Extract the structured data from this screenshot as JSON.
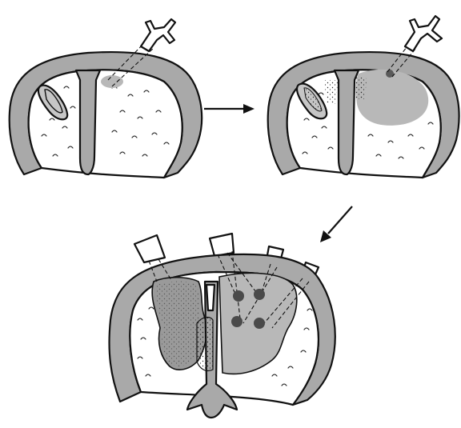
{
  "figure": {
    "panels": [
      {
        "id": "early-stage",
        "description_label": ""
      },
      {
        "id": "middle-stage",
        "description_label": ""
      },
      {
        "id": "late-stage",
        "description_label": ""
      }
    ],
    "arrows": [
      "right-arrow",
      "down-left-arrow"
    ],
    "colors": {
      "background": "#ffffff",
      "wall_gray": "#a9a9a9",
      "region_gray": "#b8b8b8",
      "light_gray": "#cfcfcf",
      "dark_mass": "#8f8f8f",
      "dot": "#4a4a4a",
      "ink": "#111111"
    },
    "late_stage_dot_count": 4
  }
}
